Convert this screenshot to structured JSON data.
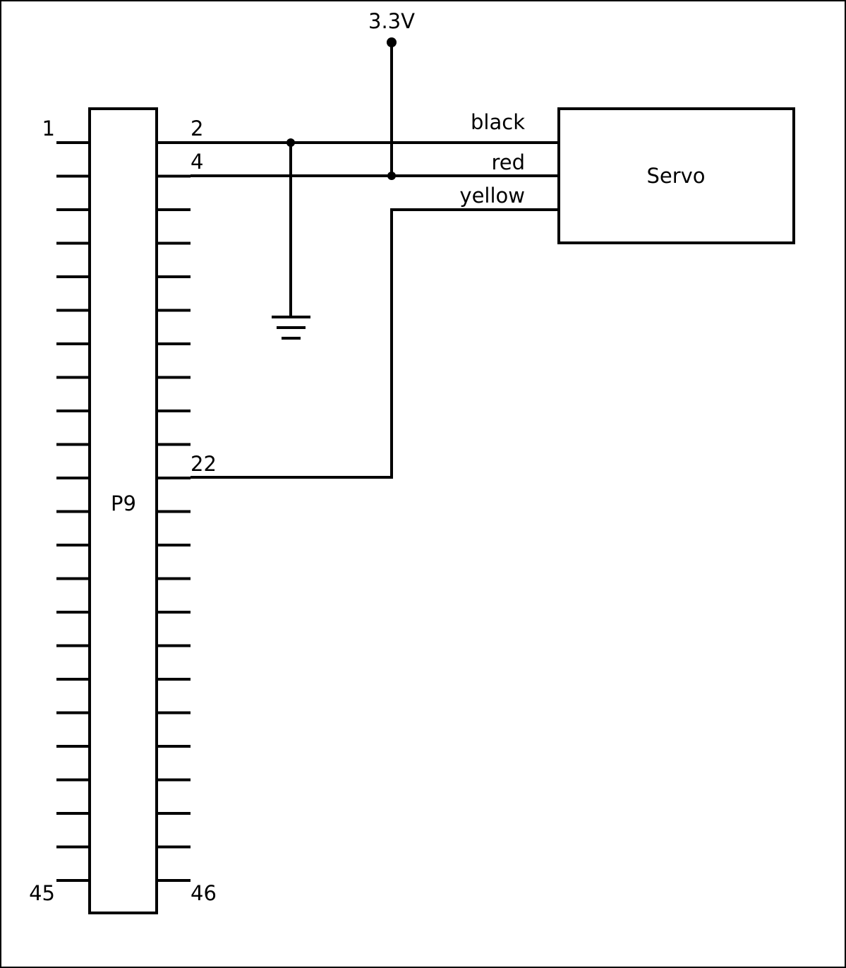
{
  "header": {
    "net_label": "3.3V",
    "connector_label": "P9",
    "servo_label": "Servo"
  },
  "pins": {
    "p1": "1",
    "p2": "2",
    "p4": "4",
    "p22": "22",
    "p45": "45",
    "p46": "46",
    "rows": 23
  },
  "wires": {
    "black": "black",
    "red": "red",
    "yellow": "yellow"
  },
  "colors": {
    "stroke": "#000000",
    "background": "#ffffff"
  }
}
